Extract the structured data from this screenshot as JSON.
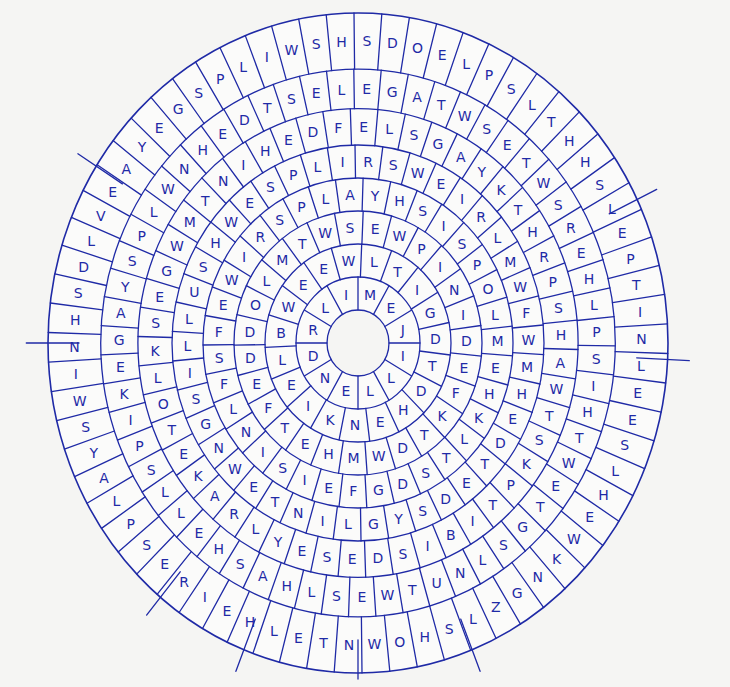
{
  "diagram": {
    "labels": [
      "M",
      "E",
      "J",
      "I",
      "L",
      "L",
      "E",
      "N",
      "D",
      "R",
      "L",
      "I",
      "T",
      "I",
      "G",
      "D",
      "T",
      "D",
      "H",
      "E",
      "N",
      "K",
      "I",
      "E",
      "L",
      "B",
      "W",
      "E",
      "E",
      "W",
      "L",
      "I",
      "N",
      "I",
      "D",
      "E",
      "F",
      "K",
      "T",
      "D",
      "W",
      "M",
      "H",
      "E",
      "T",
      "F",
      "E",
      "D",
      "D",
      "O",
      "L",
      "M",
      "T",
      "W",
      "S",
      "E",
      "W",
      "P",
      "O",
      "L",
      "M",
      "E",
      "H",
      "K",
      "L",
      "T",
      "S",
      "D",
      "G",
      "F",
      "E",
      "I",
      "S",
      "I",
      "N",
      "L",
      "F",
      "S",
      "F",
      "E",
      "W",
      "I",
      "R",
      "S",
      "P",
      "L",
      "A",
      "Y",
      "H",
      "S",
      "I",
      "S",
      "P",
      "W",
      "M",
      "H",
      "E",
      "D",
      "T",
      "E",
      "D",
      "S",
      "Y",
      "G",
      "L",
      "I",
      "N",
      "T",
      "E",
      "W",
      "N",
      "G",
      "S",
      "I",
      "L",
      "L",
      "U",
      "S",
      "H",
      "W",
      "E",
      "S",
      "P",
      "L",
      "I",
      "R",
      "S",
      "W",
      "E",
      "I",
      "R",
      "L",
      "M",
      "W",
      "F",
      "T",
      "S",
      "K",
      "P",
      "T",
      "I",
      "B",
      "I",
      "S",
      "D",
      "E",
      "S",
      "E",
      "Y",
      "L",
      "R",
      "A",
      "K",
      "E",
      "T",
      "O",
      "L",
      "K",
      "S",
      "E",
      "G",
      "W",
      "M",
      "T",
      "N",
      "I",
      "H",
      "E",
      "D",
      "F",
      "E",
      "L",
      "S",
      "G",
      "A",
      "Y",
      "K",
      "T",
      "H",
      "R",
      "P",
      "S",
      "H",
      "A",
      "W",
      "T",
      "G",
      "S",
      "L",
      "N",
      "U",
      "T",
      "W",
      "E",
      "S",
      "L",
      "H",
      "A",
      "S",
      "H",
      "E",
      "L",
      "L",
      "S",
      "P",
      "I",
      "K",
      "E",
      "G",
      "A",
      "Y",
      "S",
      "P",
      "L",
      "W",
      "N",
      "H",
      "E",
      "D",
      "T",
      "S",
      "E",
      "L",
      "E",
      "G",
      "A",
      "T",
      "W",
      "S",
      "E",
      "T",
      "W",
      "S",
      "R",
      "E",
      "H",
      "L",
      "P",
      "S",
      "I",
      "H",
      "T",
      "W",
      "E",
      "Z",
      "L",
      "S",
      "H",
      "O",
      "W",
      "N",
      "T",
      "E",
      "L",
      "H",
      "E",
      "I",
      "R",
      "E",
      "S",
      "P",
      "L",
      "A",
      "Y",
      "S",
      "W",
      "I",
      "N",
      "H",
      "S",
      "D",
      "L",
      "V",
      "E",
      "A",
      "Y",
      "E",
      "G",
      "S",
      "P",
      "L",
      "I",
      "W",
      "S",
      "H",
      "S",
      "D",
      "O",
      "E",
      "L",
      "P",
      "S",
      "L",
      "T",
      "H",
      "H",
      "S",
      "L",
      "E",
      "P",
      "T",
      "I",
      "N",
      "L",
      "E",
      "E",
      "S",
      "L",
      "H",
      "E",
      "W",
      "K",
      "N",
      "G"
    ]
  }
}
